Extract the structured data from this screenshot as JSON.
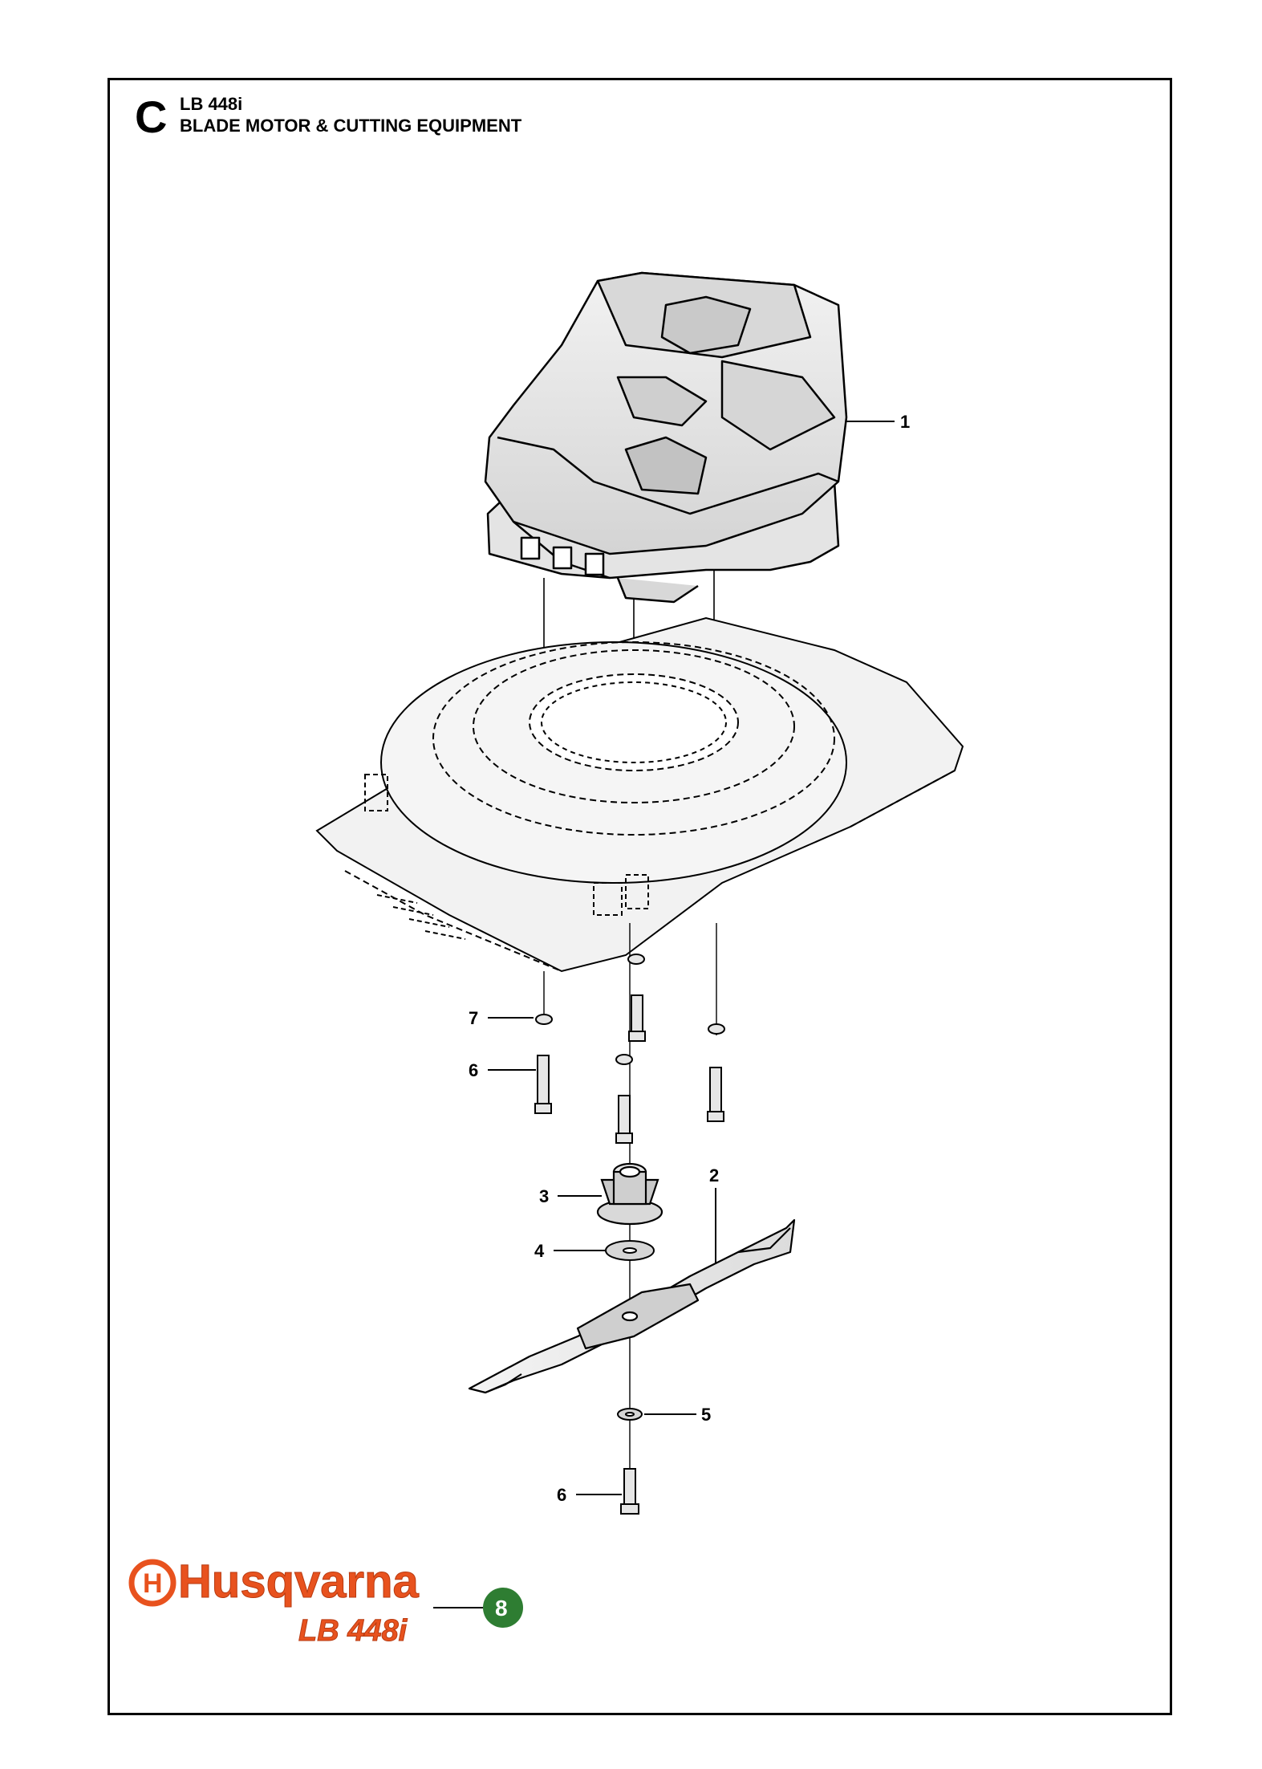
{
  "header": {
    "section_letter": "C",
    "model": "LB 448i",
    "title": "BLADE MOTOR & CUTTING EQUIPMENT"
  },
  "callouts": [
    {
      "id": "1",
      "label": "1"
    },
    {
      "id": "2",
      "label": "2"
    },
    {
      "id": "3",
      "label": "3"
    },
    {
      "id": "4",
      "label": "4"
    },
    {
      "id": "5",
      "label": "5"
    },
    {
      "id": "6a",
      "label": "6"
    },
    {
      "id": "6b",
      "label": "6"
    },
    {
      "id": "7",
      "label": "7"
    }
  ],
  "footer": {
    "brand": "Husqvarna",
    "model": "LB 448i",
    "page_number": "8",
    "brand_color": "#e8521e",
    "page_badge_color": "#2e7d32"
  }
}
